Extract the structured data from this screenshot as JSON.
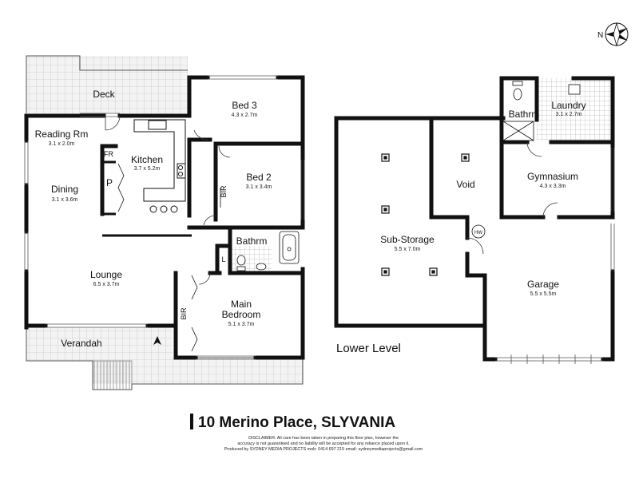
{
  "north_label": "N",
  "upper": {
    "rooms": [
      {
        "id": "deck",
        "name": "Deck"
      },
      {
        "id": "reading",
        "name": "Reading Rm",
        "dims": "3.1 x 2.0m"
      },
      {
        "id": "dining",
        "name": "Dining",
        "dims": "3.1 x 3.6m"
      },
      {
        "id": "kitchen",
        "name": "Kitchen",
        "dims": "3.7 x 5.2m"
      },
      {
        "id": "bed3",
        "name": "Bed 3",
        "dims": "4.3 x 2.7m"
      },
      {
        "id": "bed2",
        "name": "Bed 2",
        "dims": "3.1 x 3.4m"
      },
      {
        "id": "bathrm",
        "name": "Bathrm"
      },
      {
        "id": "lounge",
        "name": "Lounge",
        "dims": "6.5 x 3.7m"
      },
      {
        "id": "main1",
        "name": "Main"
      },
      {
        "id": "main2",
        "name": "Bedroom",
        "dims": "5.1 x 3.7m"
      },
      {
        "id": "verandah",
        "name": "Verandah"
      }
    ],
    "labels": {
      "fr": "FR",
      "p": "P",
      "bir": "BIR",
      "l": "L"
    }
  },
  "lower": {
    "title": "Lower Level",
    "rooms": [
      {
        "id": "laundry",
        "name": "Laundry",
        "dims": "3.1 x 2.7m"
      },
      {
        "id": "bathrm2",
        "name": "Bathrm"
      },
      {
        "id": "void",
        "name": "Void"
      },
      {
        "id": "gym",
        "name": "Gymnasium",
        "dims": "4.3 x 3.3m"
      },
      {
        "id": "sub",
        "name": "Sub-Storage",
        "dims": "5.5 x 7.0m"
      },
      {
        "id": "garage",
        "name": "Garage",
        "dims": "5.5 x 5.5m"
      }
    ],
    "hw": "HW"
  },
  "footer": {
    "title": "10 Merino Place, SLYVANIA",
    "disclaimer": [
      "DISCLAIMER: All care has been taken in preparing this floor plan, however the",
      "accuracy is not guaranteed and no liability will be accepted for any reliance placed upon it.",
      "Produced by SYDNEY MEDIA PROJECTS mob: 0414 697 215 email: sydneymediaprojects@gmail.com"
    ]
  }
}
